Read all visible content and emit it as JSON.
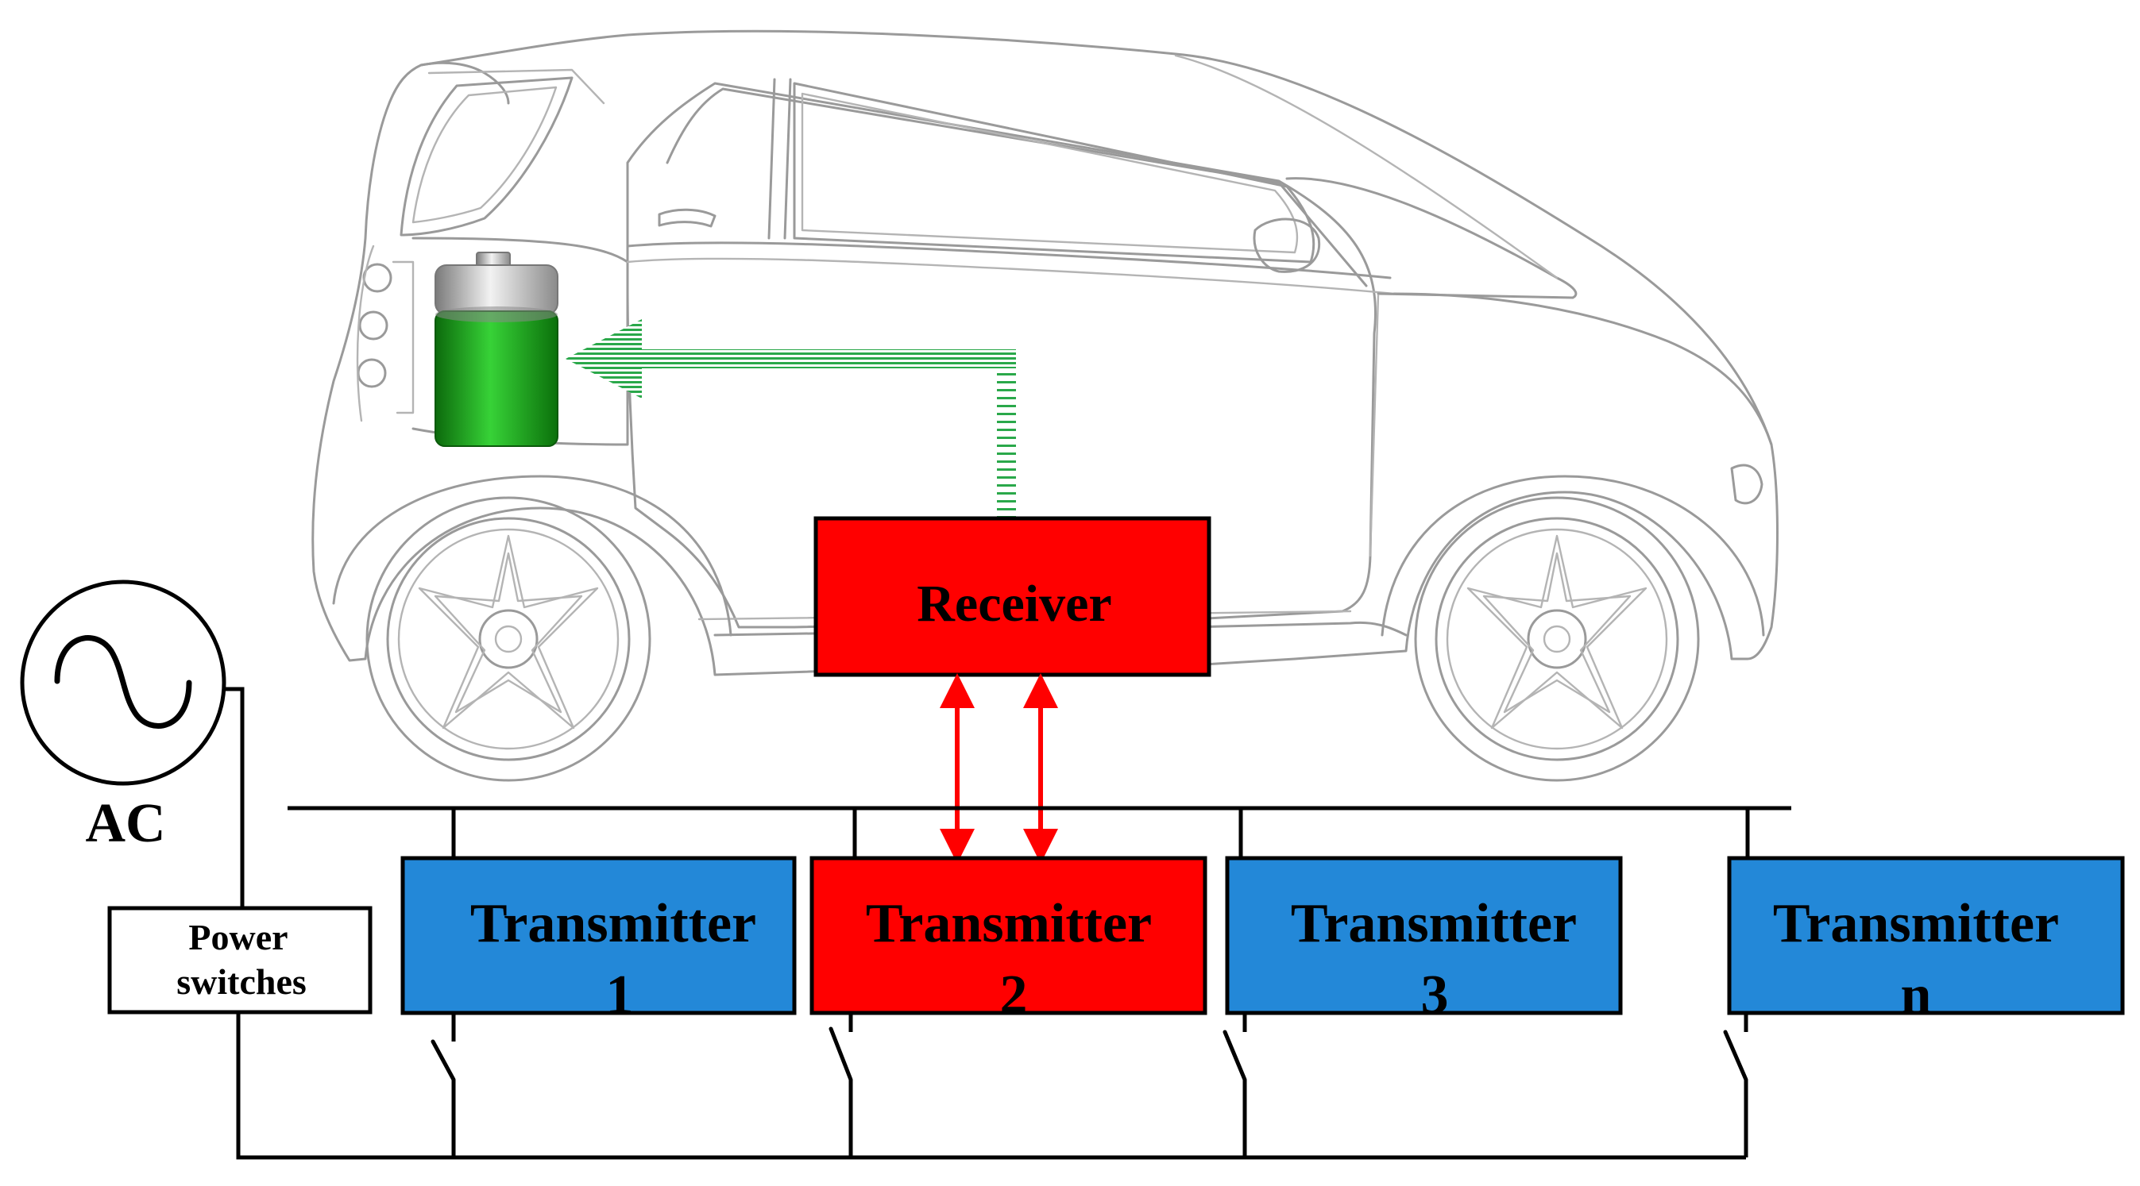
{
  "colors": {
    "transmitter_idle": "#2388d8",
    "transmitter_active": "#ff0000",
    "receiver": "#ff0000",
    "power_flow": "#2aa84a",
    "comm_arrows": "#ff0000",
    "battery_charge": "#1aa51a"
  },
  "source": {
    "icon": "ac-sine-icon",
    "label": "AC"
  },
  "power_switches": {
    "line1": "Power",
    "line2": "switches"
  },
  "receiver": {
    "label": "Receiver"
  },
  "transmitters": [
    {
      "label": "Transmitter",
      "index": "1",
      "active": false
    },
    {
      "label": "Transmitter",
      "index": "2",
      "active": true
    },
    {
      "label": "Transmitter",
      "index": "3",
      "active": false
    },
    {
      "label": "Transmitter",
      "index": "n",
      "active": false
    }
  ],
  "icons": [
    "car-icon",
    "battery-icon",
    "wheel-icon",
    "switch-icon"
  ]
}
